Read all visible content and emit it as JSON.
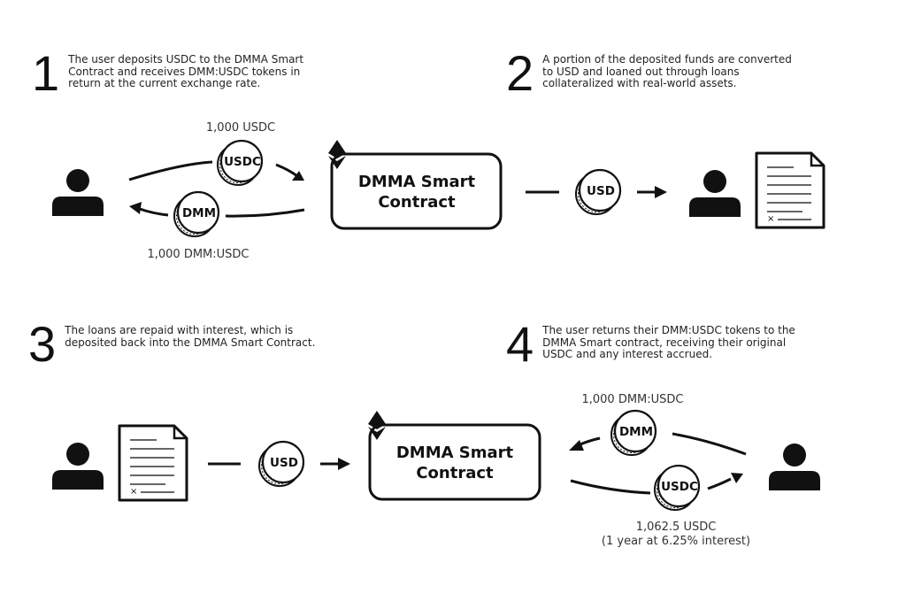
{
  "steps": [
    {
      "number": "1",
      "text": "The user deposits USDC to the DMMA Smart Contract and receives DMM:USDC tokens in return at the current exchange rate."
    },
    {
      "number": "2",
      "text": "A portion of the deposited funds are converted to USD and loaned out through loans collateralized with real-world assets."
    },
    {
      "number": "3",
      "text": "The loans are repaid with interest, which is deposited back into the DMMA Smart Contract."
    },
    {
      "number": "4",
      "text": "The user returns their DMM:USDC tokens to the DMMA Smart contract, receiving their original USDC and any interest accrued."
    }
  ],
  "contract": {
    "line1": "DMMA Smart",
    "line2": "Contract"
  },
  "coins": {
    "usdc": "USDC",
    "dmm": "DMM",
    "usd": "USD"
  },
  "labels": {
    "top_deposit": "1,000 USDC",
    "top_receive": "1,000 DMM:USDC",
    "bottom_return": "1,000 DMM:USDC",
    "bottom_receive": "1,062.5 USDC",
    "bottom_receive_note": "(1 year at 6.25% interest)"
  },
  "icons": [
    "person-icon",
    "document-icon",
    "ethereum-icon",
    "coin-icon",
    "arrow-icon"
  ]
}
